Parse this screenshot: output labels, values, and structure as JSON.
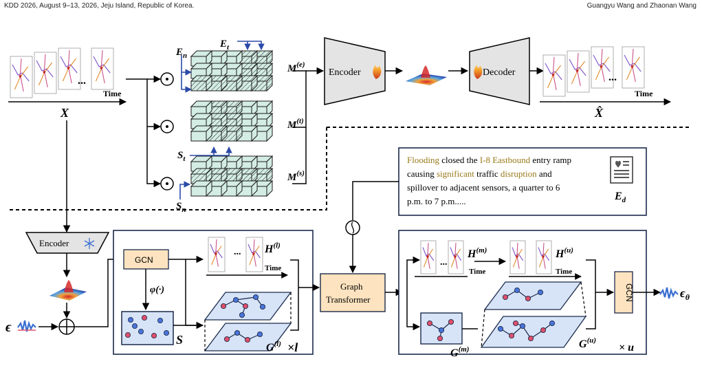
{
  "header": {
    "venue": "KDD 2026, August 9–13, 2026, Jeju Island, Republic of Korea.",
    "authors": "Guangyu Wang and Zhaonan Wang"
  },
  "figure": {
    "labels": {
      "x_input": "X",
      "x_recon": "X̂",
      "time": "Time",
      "dots": "...",
      "encoder_top": "Encoder",
      "decoder_top": "Decoder",
      "encoder_left": "Encoder",
      "gcn_left": "GCN",
      "gcn_right": "GCN",
      "graph_transformer_line1": "Graph",
      "graph_transformer_line2": "Transformer",
      "phi": "φ(·)",
      "S": "S",
      "epsilon": "ϵ",
      "epsilon_theta": "ϵθ",
      "times_l": "×l",
      "times_u": "× u",
      "E_n": "En",
      "E_t": "Et",
      "S_t": "St",
      "S_n": "Sn",
      "M_e": "M(e)",
      "M_t": "M(t)",
      "M_s": "M(s)",
      "H_l": "H(l)",
      "G_l": "G(l)",
      "H_m": "H(m)",
      "H_u": "H(u)",
      "G_m": "G(m)",
      "G_u": "G(u)",
      "E_d": "Ed"
    },
    "text_box": {
      "line1_pre": "",
      "w_flooding": "Flooding",
      "line1_mid": " closed the ",
      "w_i8": "I-8 Eastbound",
      "line1_post": " entry ramp",
      "line2_pre": "causing ",
      "w_significant": "significant",
      "line2_mid": " traffic ",
      "w_disruption": "disruption",
      "line2_post": " and",
      "line3": "spillover to adjacent sensors, a quarter to 6",
      "line4": "p.m. to 7 p.m.....",
      "highlight_color": "#9a7a1a"
    },
    "colors": {
      "cube_face": "#d3ece4",
      "cube_stroke": "#1a1a1a",
      "gcn_fill": "#fde3bf",
      "enc_fill": "#e4e4e4",
      "graph_plane": "#d7e3f7",
      "node_blue": "#4a74d8",
      "node_red": "#e0506a",
      "arrow_blue": "#2b4aa8"
    }
  }
}
